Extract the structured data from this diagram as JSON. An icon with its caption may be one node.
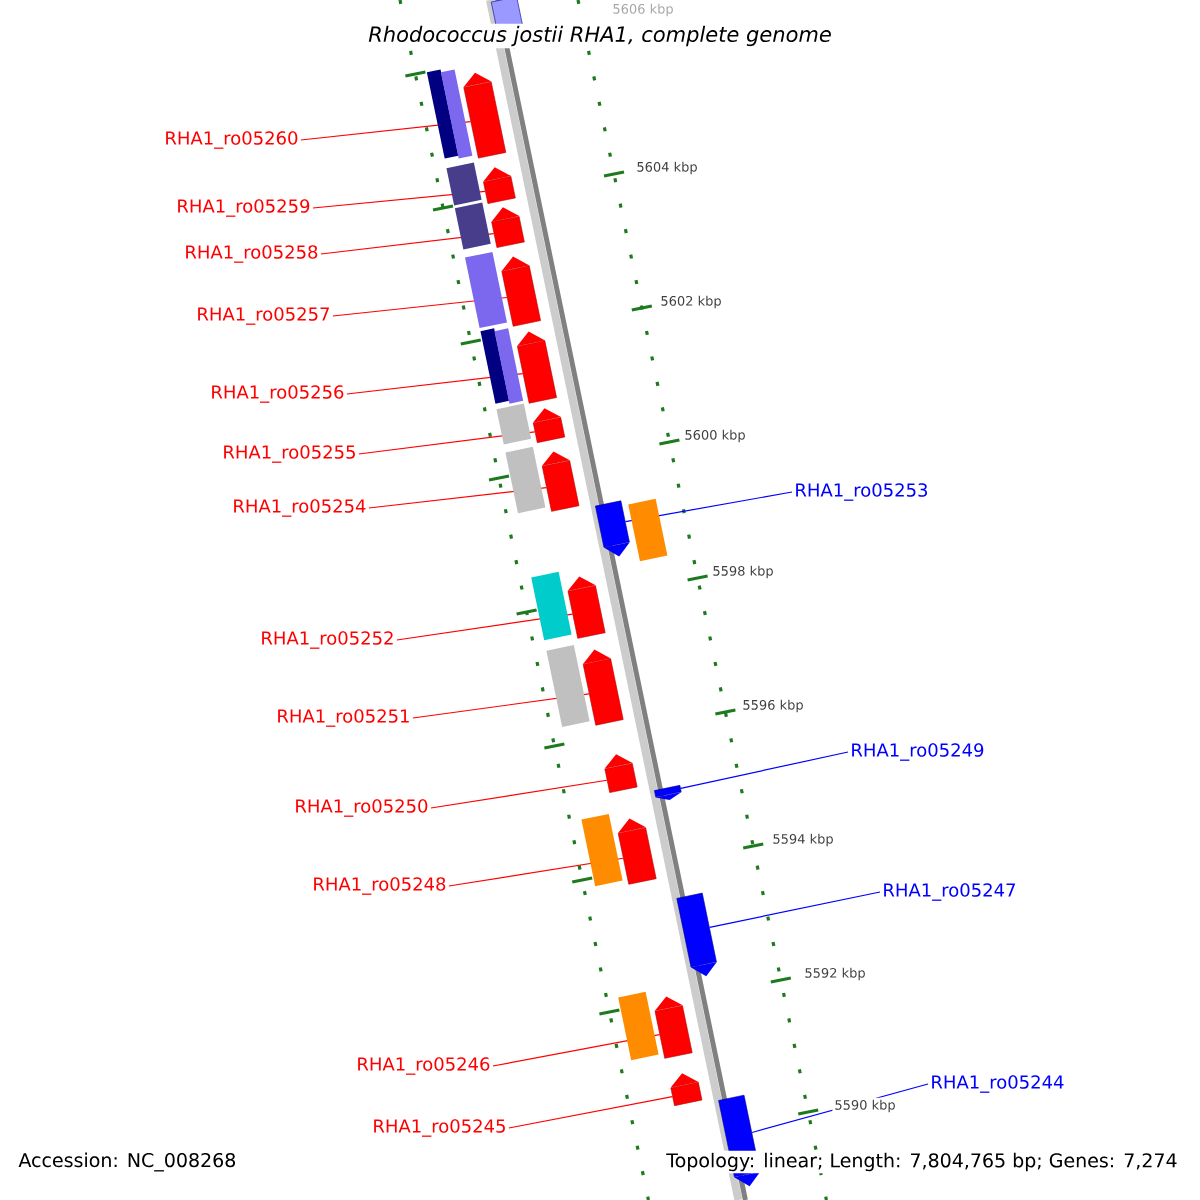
{
  "diagram": {
    "title": "*Rhodococcus jostii* RHA1, complete genome",
    "nodes": [
      {
        "text": [
          "RHA1_ro05260"
        ]
      },
      {
        "text": [
          "RHA1_ro05259"
        ]
      },
      {
        "text": [
          "RHA1_ro05258"
        ]
      },
      {
        "text": [
          "RHA1_ro05257"
        ]
      },
      {
        "text": [
          "RHA1_ro05256"
        ]
      },
      {
        "text": [
          "RHA1_ro05255"
        ]
      },
      {
        "text": [
          "RHA1_ro05254"
        ]
      },
      {
        "text": [
          "RHA1_ro05252"
        ]
      },
      {
        "text": [
          "RHA1_ro05251"
        ]
      },
      {
        "text": [
          "RHA1_ro05250"
        ]
      },
      {
        "text": [
          "RHA1_ro05248"
        ]
      },
      {
        "text": [
          "RHA1_ro05246"
        ]
      },
      {
        "text": [
          "RHA1_ro05245"
        ]
      },
      {
        "text": [
          "RHA1_ro05253"
        ]
      },
      {
        "text": [
          "RHA1_ro05249"
        ]
      },
      {
        "text": [
          "RHA1_ro05247"
        ]
      },
      {
        "text": [
          "RHA1_ro05244"
        ]
      },
      {
        "text": [],
        "shape": "pentagon"
      },
      {
        "text": [],
        "shape": "pentagon"
      },
      {
        "text": [],
        "shape": "pentagon"
      },
      {
        "text": [],
        "shape": "pentagon"
      },
      {
        "text": [],
        "shape": "pentagon"
      },
      {
        "text": [],
        "shape": "pentagon"
      },
      {
        "text": [],
        "shape": "pentagon"
      },
      {
        "text": [],
        "shape": "pentagon"
      },
      {
        "text": [],
        "shape": "pentagon"
      },
      {
        "text": [],
        "shape": "pentagon"
      },
      {
        "text": [],
        "shape": "pentagon"
      },
      {
        "text": [],
        "shape": "pentagon"
      },
      {
        "text": [],
        "shape": "pentagon"
      },
      {
        "text": [],
        "shape": "pentagon"
      },
      {
        "text": [],
        "shape": "pentagon"
      },
      {
        "text": [],
        "shape": "pentagon"
      },
      {
        "text": [],
        "shape": "pentagon"
      },
      {
        "text": [],
        "shape": "pentagon"
      }
    ],
    "edges": [
      {
        "from": 0,
        "to": 17,
        "arrow": "none"
      },
      {
        "from": 1,
        "to": 18,
        "arrow": "none"
      },
      {
        "from": 2,
        "to": 19,
        "arrow": "none"
      },
      {
        "from": 3,
        "to": 20,
        "arrow": "none"
      },
      {
        "from": 4,
        "to": 21,
        "arrow": "none"
      },
      {
        "from": 5,
        "to": 22,
        "arrow": "none"
      },
      {
        "from": 6,
        "to": 23,
        "arrow": "none"
      },
      {
        "from": 7,
        "to": 24,
        "arrow": "none"
      },
      {
        "from": 8,
        "to": 25,
        "arrow": "none"
      },
      {
        "from": 9,
        "to": 26,
        "arrow": "none"
      },
      {
        "from": 10,
        "to": 27,
        "arrow": "none"
      },
      {
        "from": 11,
        "to": 28,
        "arrow": "none"
      },
      {
        "from": 12,
        "to": 29,
        "arrow": "none"
      },
      {
        "from": 13,
        "to": 30,
        "arrow": "none",
        "color": "#0000ff"
      },
      {
        "from": 14,
        "to": 31,
        "arrow": "none",
        "color": "#0000ff"
      },
      {
        "from": 15,
        "to": 32,
        "arrow": "none",
        "color": "#0000ff"
      },
      {
        "from": 16,
        "to": 33,
        "arrow": "none",
        "color": "#0000ff"
      }
    ],
    "labels": [
      "5606 kbp",
      "5604 kbp",
      "5602 kbp",
      "5600 kbp",
      "5598 kbp",
      "5596 kbp",
      "5594 kbp",
      "5592 kbp",
      "5590 kbp",
      "Accession: NC_008268",
      "Topology: linear; Length: 7,804,765 bp; Genes: 7,274"
    ]
  }
}
